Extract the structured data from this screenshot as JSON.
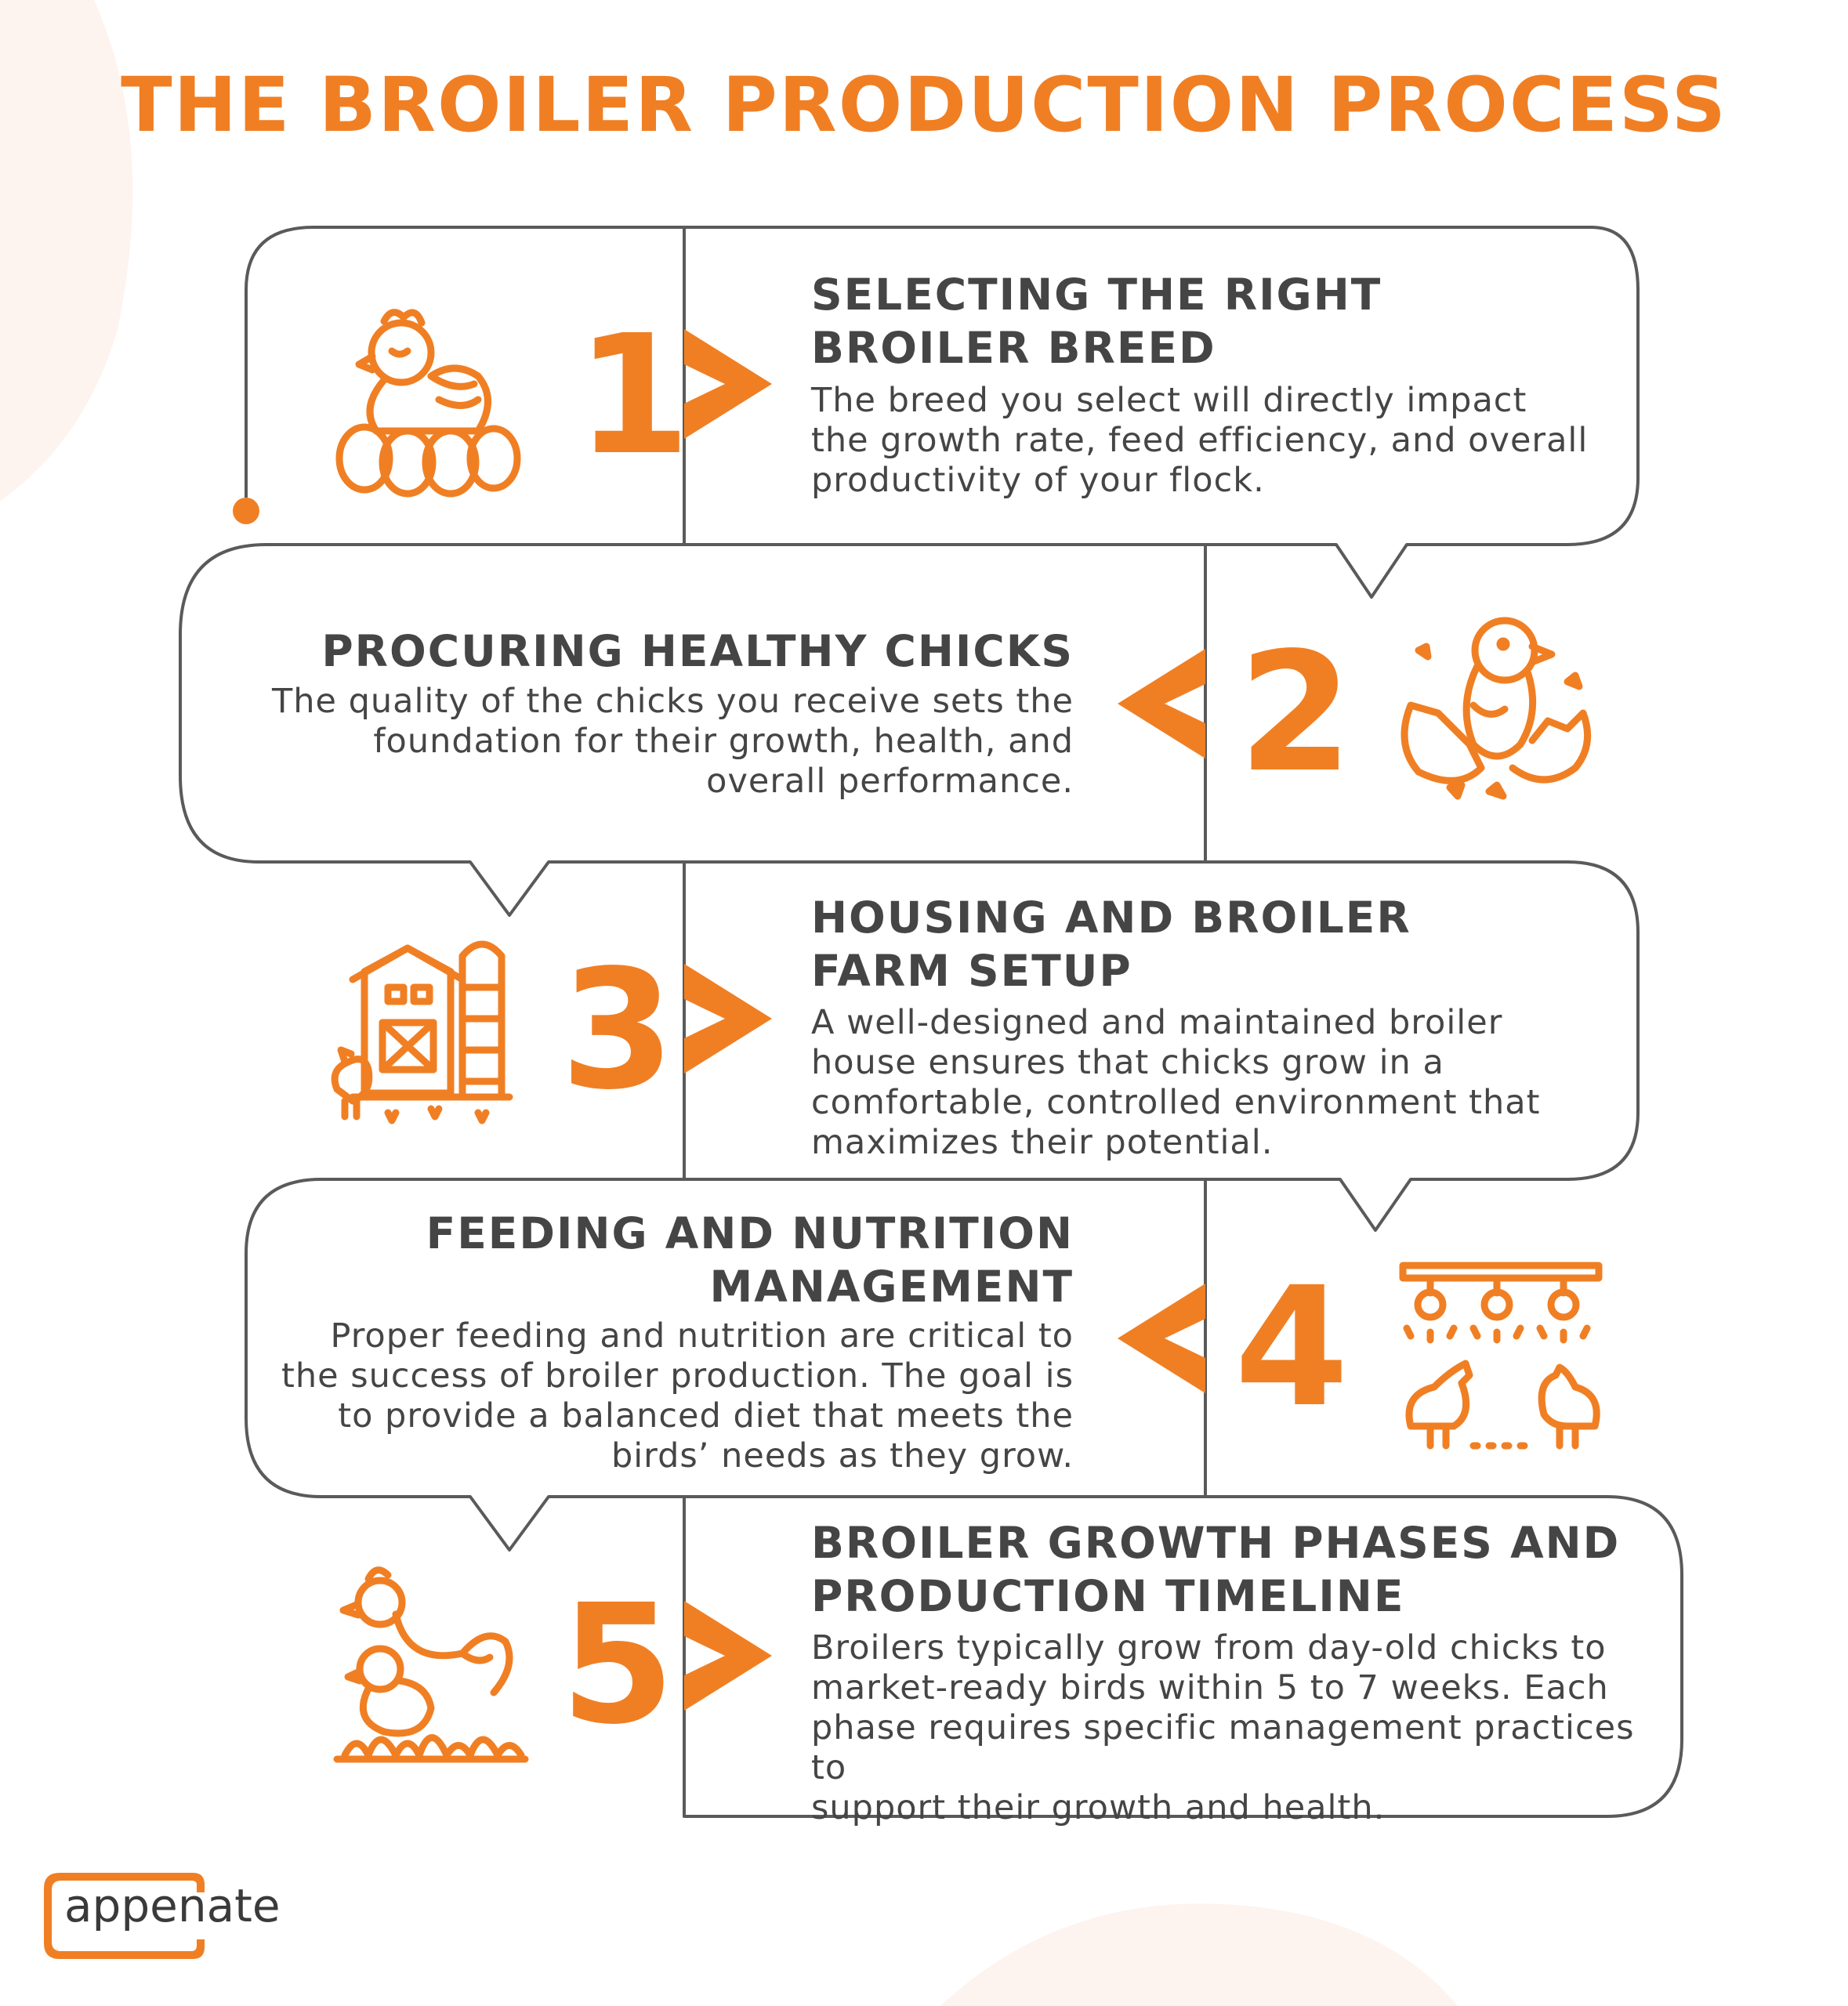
{
  "title": "THE BROILER PRODUCTION PROCESS",
  "steps": [
    {
      "number": "1",
      "heading_lines": [
        "SELECTING THE RIGHT",
        "BROILER BREED"
      ],
      "text_lines": [
        "The breed you select will directly impact",
        "the growth rate, feed efficiency, and overall",
        "productivity of your flock."
      ],
      "icon": "hen-with-eggs-icon"
    },
    {
      "number": "2",
      "heading_lines": [
        "PROCURING HEALTHY CHICKS"
      ],
      "text_lines": [
        "The quality of the chicks you receive sets the",
        "foundation for their growth, health, and",
        "overall performance."
      ],
      "icon": "hatching-chick-icon"
    },
    {
      "number": "3",
      "heading_lines": [
        "HOUSING AND BROILER",
        "FARM SETUP"
      ],
      "text_lines": [
        "A well-designed and maintained broiler",
        "house ensures that chicks grow in a",
        "comfortable, controlled environment that",
        "maximizes their potential."
      ],
      "icon": "barn-silo-icon"
    },
    {
      "number": "4",
      "heading_lines": [
        "FEEDING AND NUTRITION",
        "MANAGEMENT"
      ],
      "text_lines": [
        "Proper feeding and nutrition are critical to",
        "the success of broiler production. The goal is",
        "to provide a balanced diet that meets the",
        "birds’ needs as they grow."
      ],
      "icon": "feeder-chickens-icon"
    },
    {
      "number": "5",
      "heading_lines": [
        "BROILER GROWTH PHASES AND",
        "PRODUCTION TIMELINE"
      ],
      "text_lines": [
        "Broilers typically grow from day-old chicks to",
        "market-ready birds within 5 to 7 weeks. Each",
        "phase requires specific management practices to",
        "support their growth and health."
      ],
      "icon": "hen-with-chick-icon"
    }
  ],
  "logo": {
    "text": "appenate"
  },
  "colors": {
    "accent": "#f07f24",
    "text": "#454545",
    "line": "#555555"
  }
}
